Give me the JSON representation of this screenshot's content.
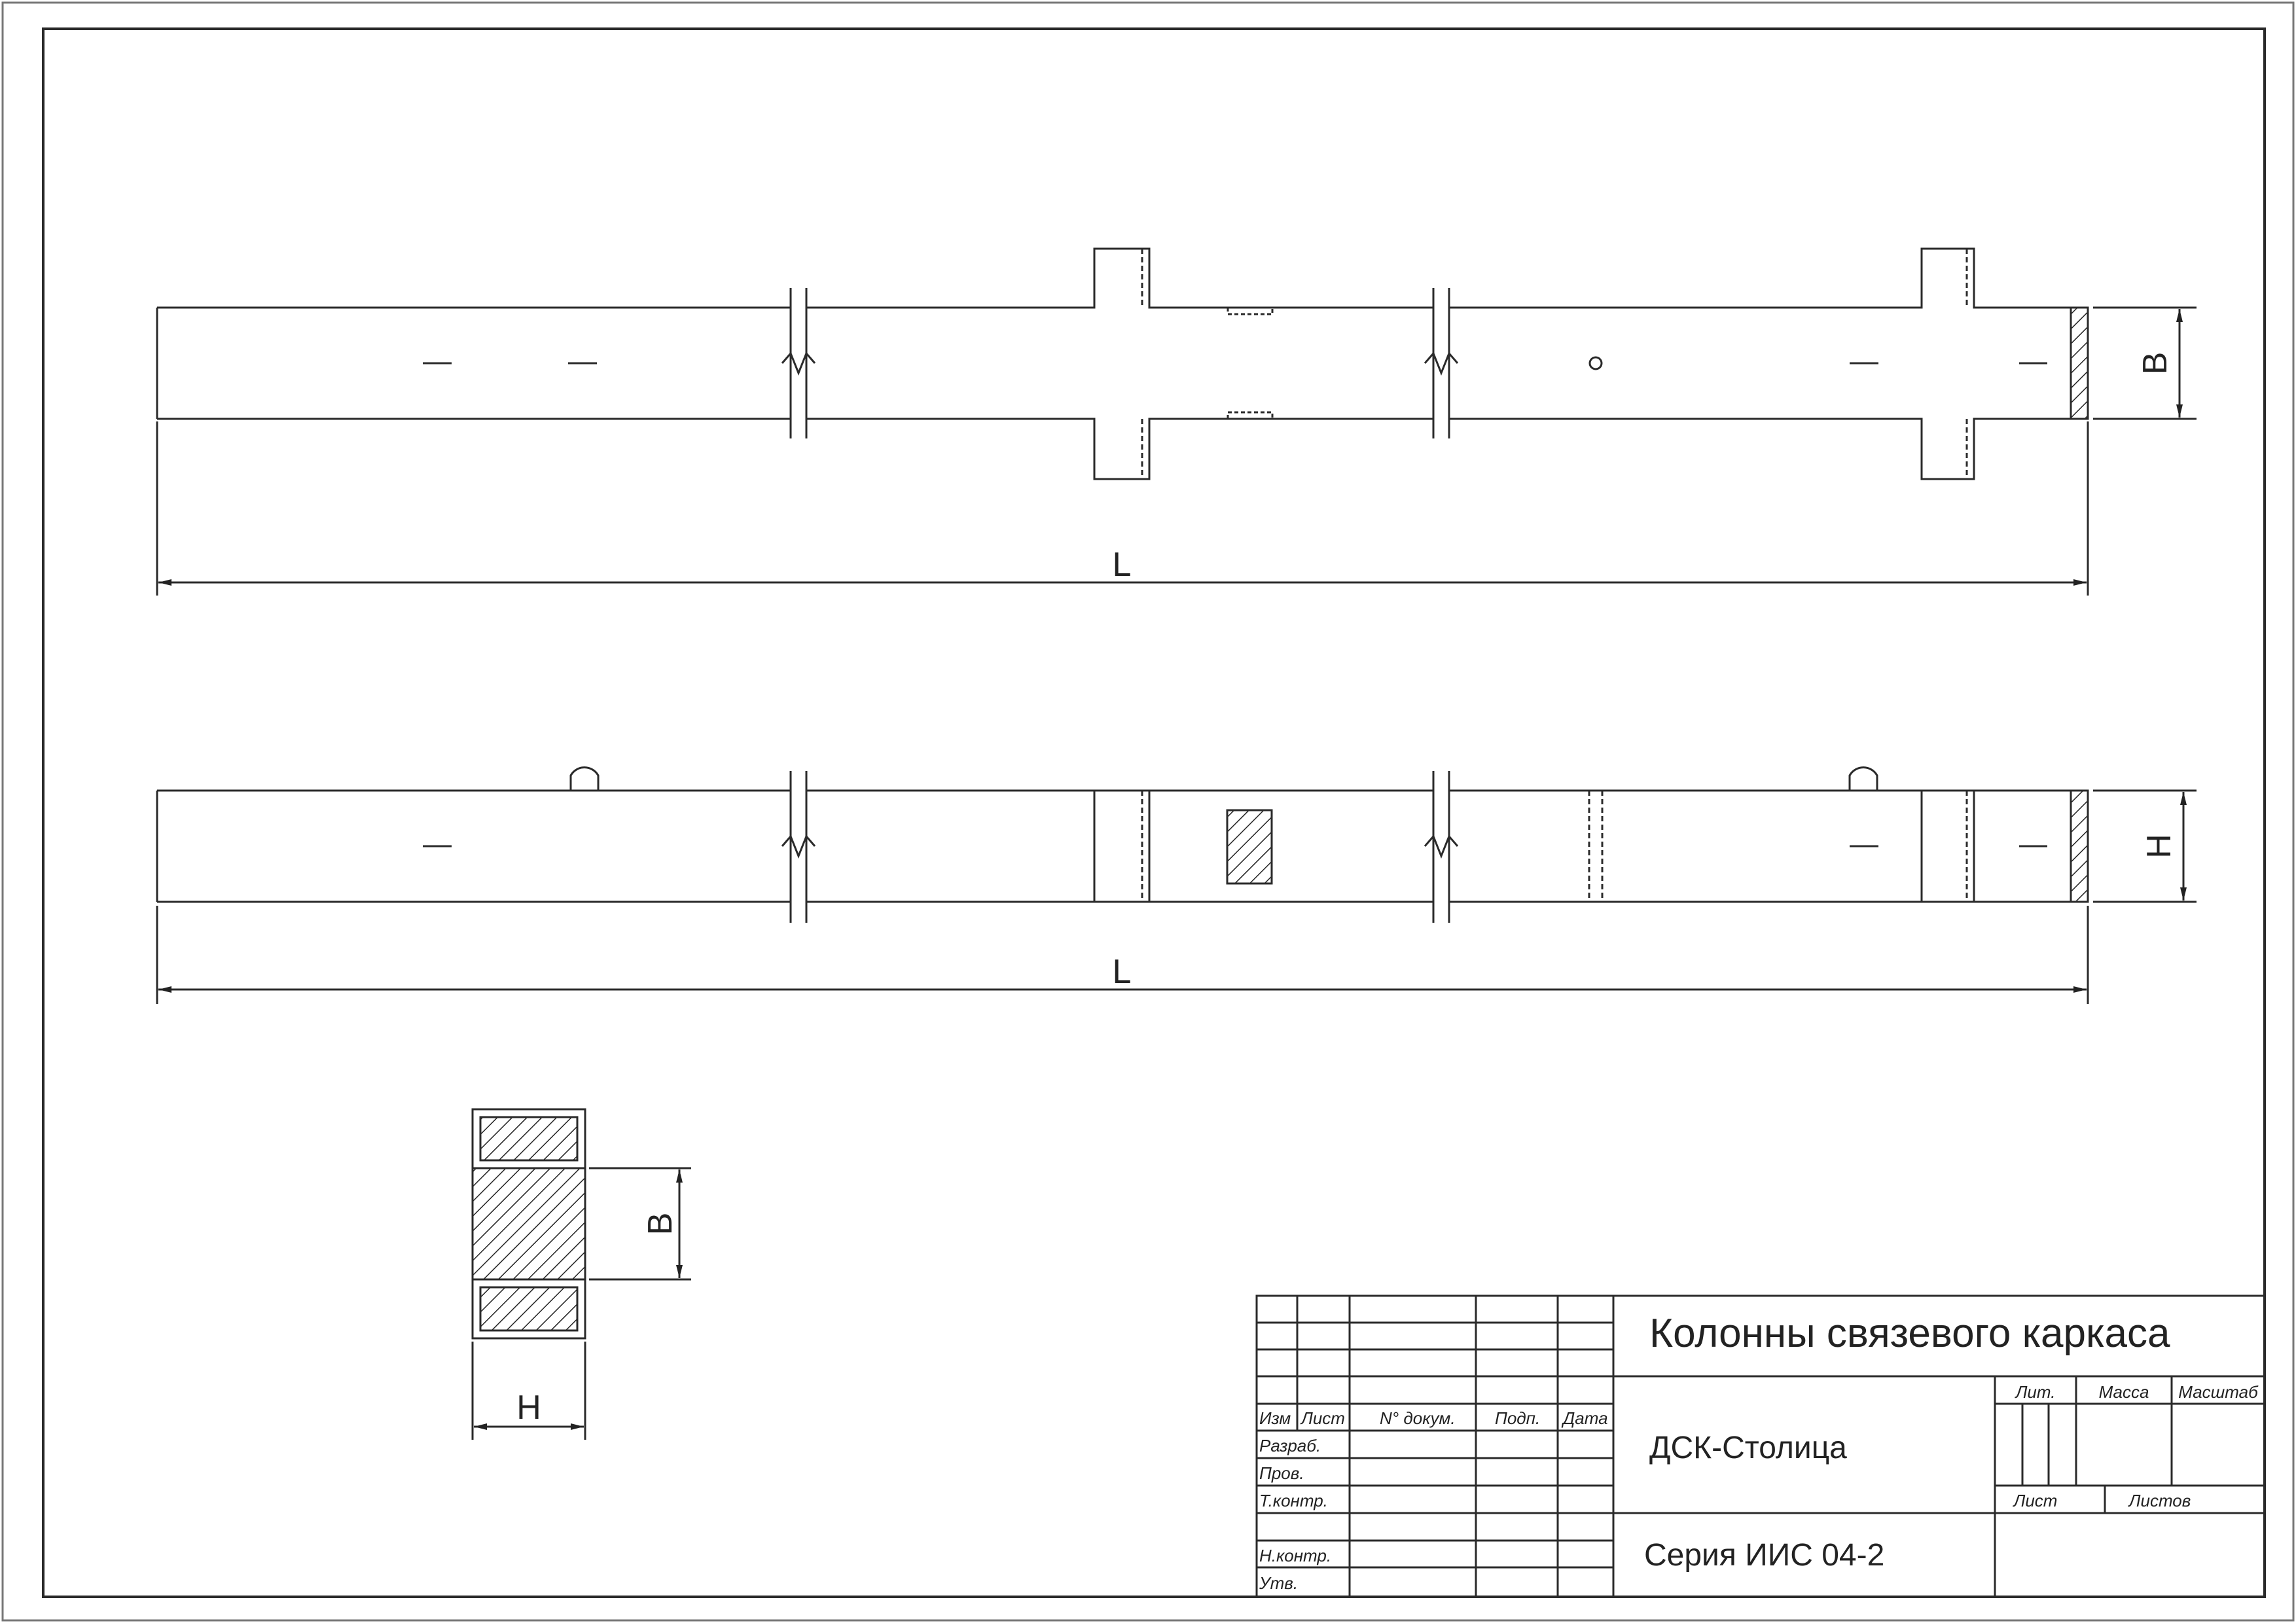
{
  "dimensions": {
    "length_top": "L",
    "width_top": "B",
    "length_side": "L",
    "height_side": "H",
    "section_width": "B",
    "section_height": "H"
  },
  "title_block": {
    "title": "Колонны связевого каркаса",
    "organization": "ДСК-Столица",
    "series": "Серия ИИС 04-2",
    "col_izm": "Изм",
    "col_list": "Лист",
    "col_doc": "N° докум.",
    "col_sign": "Подп.",
    "col_date": "Дата",
    "row_razrab": "Разраб.",
    "row_prov": "Пров.",
    "row_tkontr": "Т.контр.",
    "row_nkontr": "Н.контр.",
    "row_utv": "Утв.",
    "lit": "Лит.",
    "mass": "Масса",
    "scale": "Масштаб",
    "sheet": "Лист",
    "sheets": "Листов"
  },
  "colors": {
    "line": "#2a2a2a",
    "paper": "#ffffff"
  }
}
